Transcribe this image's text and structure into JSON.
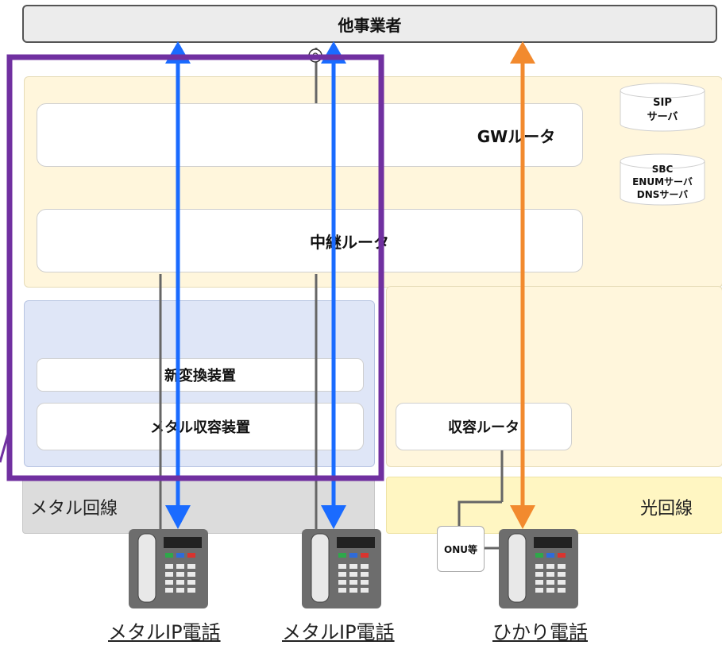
{
  "carrier": "他事業者",
  "gw_router": "GWルータ",
  "relay_router": "中継ルータ",
  "new_converter": "新変換装置",
  "metal_accommodation": "メタル収容装置",
  "accommodation_router": "収容ルータ",
  "sip_server": "SIP\nサーバ",
  "sbc_server": "SBC\nENUMサーバ\nDNSサーバ",
  "metal_line": "メタル回線",
  "optical_line": "光回線",
  "onu": "ONU等",
  "phone_labels": [
    "メタルIP電話",
    "メタルIP電話",
    "ひかり電話"
  ],
  "colors": {
    "carrier_bg": "#ececec",
    "network_bg": "#fff6dc",
    "metal_area_bg": "#dfe6f7",
    "metal_line_bg": "#dcdcdc",
    "optical_line_bg": "#fff6c2",
    "highlight": "#7030a0",
    "ip_arrow": "#1a6bff",
    "hikari_arrow": "#f28a2e",
    "wire": "#666666"
  }
}
